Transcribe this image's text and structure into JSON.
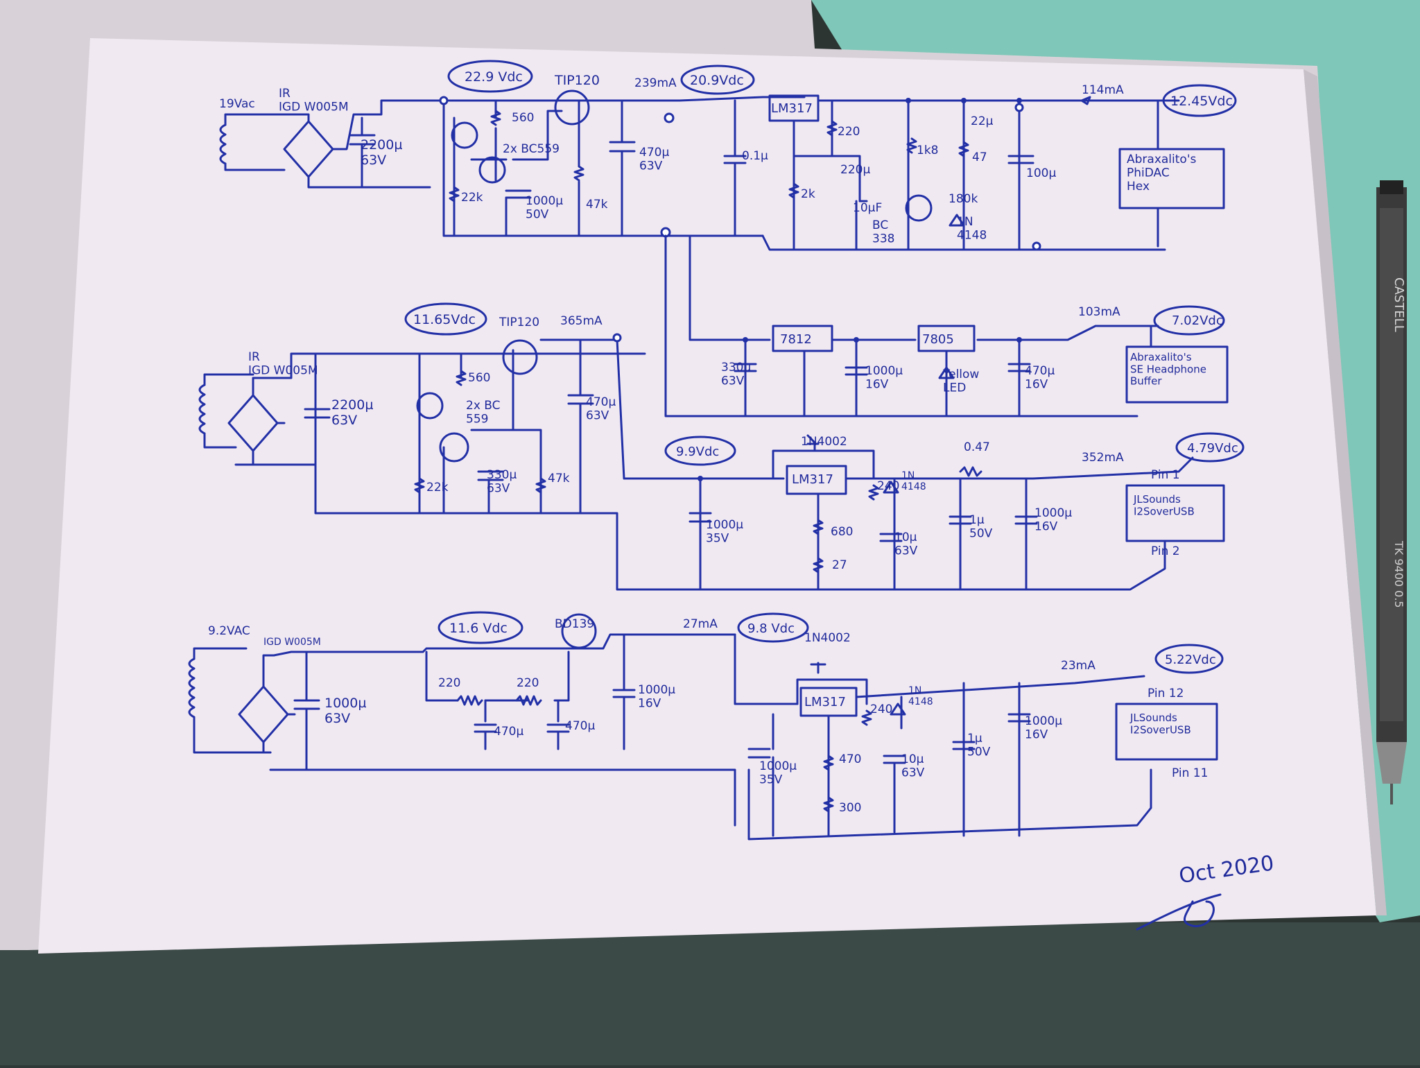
{
  "rail1": {
    "ac_in": "19Vac",
    "bridge": "IR\nIGD W005M",
    "cap_in": "2200µ\n63V",
    "node_v": "22.9 Vdc",
    "pass": "TIP120",
    "r1": "560",
    "q_pair": "2x BC559",
    "r2": "22k",
    "cap_ref": "1000µ\n50V",
    "r3": "47k",
    "current": "239mA",
    "out_v": "20.9Vdc",
    "cap_out": "470µ\n63V"
  },
  "reg1": {
    "cap_in": "0.1µ",
    "ic": "LM317",
    "r_set": "220",
    "cap_adj": "220µ",
    "r_adj": "2k",
    "cap_bc": "10µF",
    "transistor": "BC\n338",
    "r_led": "1k8",
    "cap_top": "22µ",
    "r_47": "47",
    "r_180": "180k",
    "diode": "1N\n4148",
    "cap_out": "100µ",
    "current": "114mA",
    "out_v": "12.45Vdc",
    "load": "Abraxalito's\nPhiDAC\nHex"
  },
  "rail2": {
    "bridge": "IR\nIGD W005M",
    "cap_in": "2200µ\n63V",
    "node_v": "11.65Vdc",
    "pass": "TIP120",
    "current": "365mA",
    "r1": "560",
    "q_pair": "2x BC\n559",
    "r2": "22k",
    "cap_ref": "330µ\n63V",
    "r3": "47k",
    "cap_out": "470µ\n63V"
  },
  "reg2": {
    "cap_in": "330µ\n63V",
    "ic1": "7812",
    "cap_mid": "1000µ\n16V",
    "ic2": "7805",
    "led": "Yellow\nLED",
    "cap_out": "470µ\n16V",
    "current": "103mA",
    "out_v": "7.02Vdc",
    "load": "Abraxalito's\nSE Headphone\nBuffer"
  },
  "reg3": {
    "node_v": "9.9Vdc",
    "diode": "1N4002",
    "ic": "LM317",
    "r_set": "240",
    "diode2": "1N\n4148",
    "r_series": "0.47",
    "cap_in": "1000µ\n35V",
    "r_680": "680",
    "r_27": "27",
    "cap_adj": "10µ\n63V",
    "cap_film": "1µ\n50V",
    "cap_out": "1000µ\n16V",
    "current": "352mA",
    "out_v": "4.79Vdc",
    "load": "JLSounds\nI2SoverUSB",
    "pin_top": "Pin 1",
    "pin_bottom": "Pin 2"
  },
  "rail3": {
    "ac_in": "9.2VAC",
    "bridge": "IGD W005M",
    "cap_in": "1000µ\n63V",
    "node_v": "11.6 Vdc",
    "pass": "BD139",
    "r1": "220",
    "r2": "220",
    "cap1": "470µ",
    "cap2": "470µ",
    "cap_out": "1000µ\n16V",
    "current": "27mA",
    "out_v": "9.8 Vdc"
  },
  "reg4": {
    "diode": "1N4002",
    "ic": "LM317",
    "r_set": "240",
    "diode2": "1N\n4148",
    "cap_in": "1000µ\n35V",
    "r_470": "470",
    "r_300": "300",
    "cap_adj": "10µ\n63V",
    "cap_film": "1µ\n50V",
    "cap_out": "1000µ\n16V",
    "current": "23mA",
    "out_v": "5.22Vdc",
    "load": "JLSounds\nI2SoverUSB",
    "pin_top": "Pin 12",
    "pin_bottom": "Pin 11"
  },
  "signature": {
    "date": "Oct 2020"
  },
  "pencil": {
    "brand": "CASTELL",
    "model": "TK 9400 0.5"
  }
}
